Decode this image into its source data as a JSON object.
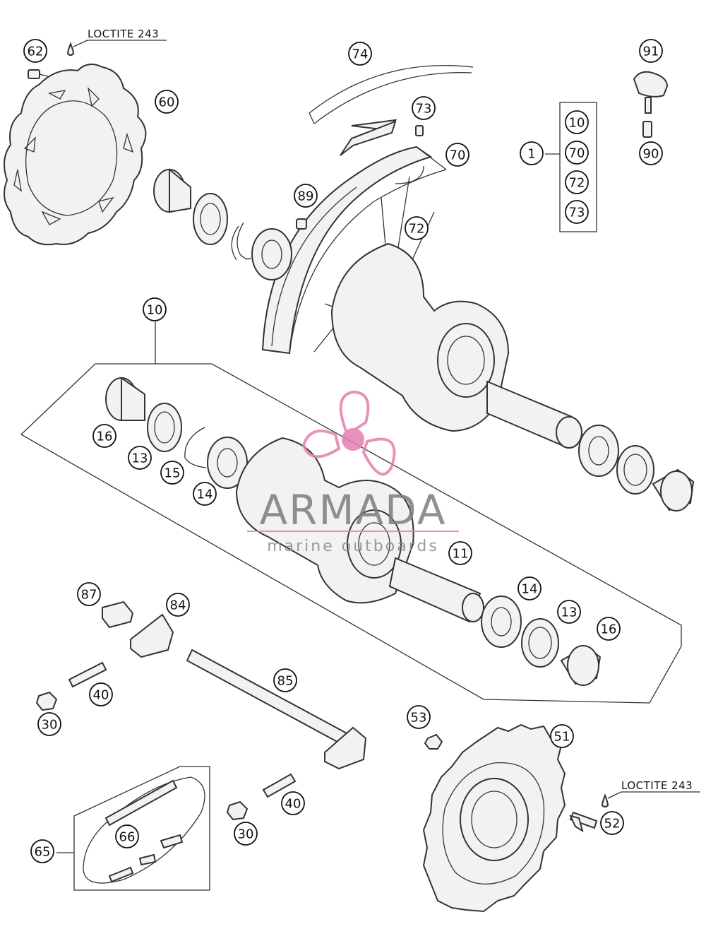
{
  "diagram": {
    "loctite_labels": [
      "LOCTITE 243",
      "LOCTITE 243"
    ],
    "callouts": [
      {
        "id": "c62",
        "label": "62"
      },
      {
        "id": "c60",
        "label": "60"
      },
      {
        "id": "c74",
        "label": "74"
      },
      {
        "id": "c73a",
        "label": "73"
      },
      {
        "id": "c70a",
        "label": "70"
      },
      {
        "id": "c89",
        "label": "89"
      },
      {
        "id": "c72a",
        "label": "72"
      },
      {
        "id": "c91",
        "label": "91"
      },
      {
        "id": "c90",
        "label": "90"
      },
      {
        "id": "c1",
        "label": "1"
      },
      {
        "id": "c10b",
        "label": "10"
      },
      {
        "id": "c70b",
        "label": "70"
      },
      {
        "id": "c72b",
        "label": "72"
      },
      {
        "id": "c73b",
        "label": "73"
      },
      {
        "id": "c10",
        "label": "10"
      },
      {
        "id": "c16a",
        "label": "16"
      },
      {
        "id": "c13a",
        "label": "13"
      },
      {
        "id": "c15",
        "label": "15"
      },
      {
        "id": "c14a",
        "label": "14"
      },
      {
        "id": "c11",
        "label": "11"
      },
      {
        "id": "c14b",
        "label": "14"
      },
      {
        "id": "c13b",
        "label": "13"
      },
      {
        "id": "c16b",
        "label": "16"
      },
      {
        "id": "c87",
        "label": "87"
      },
      {
        "id": "c84",
        "label": "84"
      },
      {
        "id": "c85",
        "label": "85"
      },
      {
        "id": "c40a",
        "label": "40"
      },
      {
        "id": "c30a",
        "label": "30"
      },
      {
        "id": "c53",
        "label": "53"
      },
      {
        "id": "c51",
        "label": "51"
      },
      {
        "id": "c52",
        "label": "52"
      },
      {
        "id": "c66",
        "label": "66"
      },
      {
        "id": "c65",
        "label": "65"
      },
      {
        "id": "c40b",
        "label": "40"
      },
      {
        "id": "c30b",
        "label": "30"
      }
    ]
  },
  "watermark": {
    "title": "ARMADA",
    "subtitle": "marine outboards",
    "color": "#e37fb0"
  }
}
